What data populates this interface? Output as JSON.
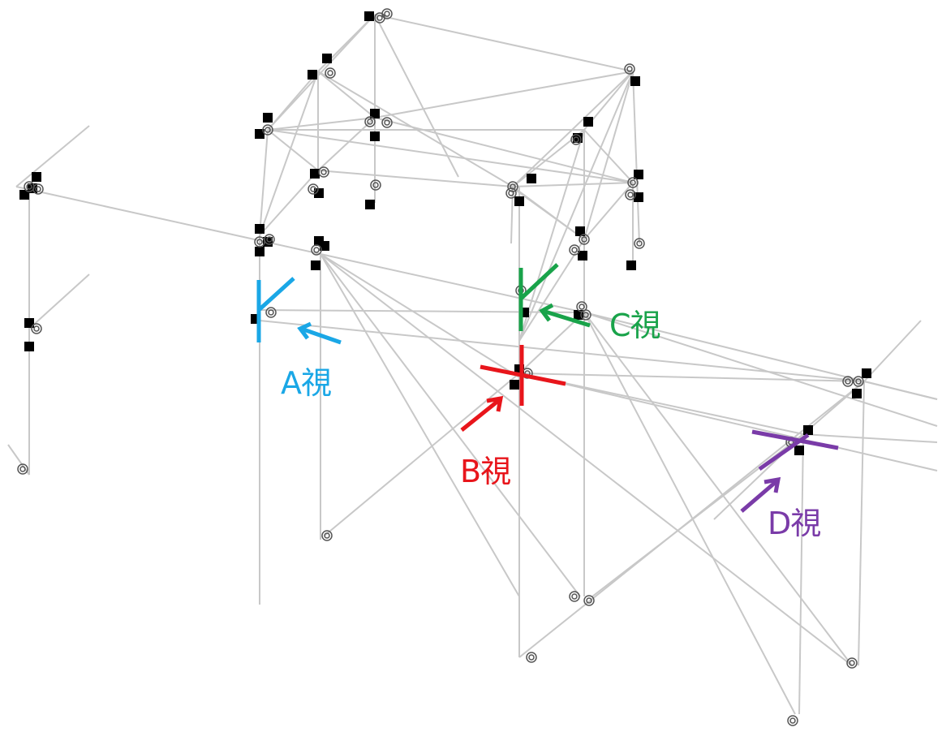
{
  "views": [
    {
      "id": "A",
      "label": "A視",
      "color": "#1aa7e6"
    },
    {
      "id": "B",
      "label": "B視",
      "color": "#e8151b"
    },
    {
      "id": "C",
      "label": "C視",
      "color": "#19a34a"
    },
    {
      "id": "D",
      "label": "D視",
      "color": "#7a3ba8"
    }
  ],
  "colors": {
    "structure_line": "#c8c8c8",
    "joint": "#000000",
    "support": "#555555",
    "background": "#ffffff"
  }
}
